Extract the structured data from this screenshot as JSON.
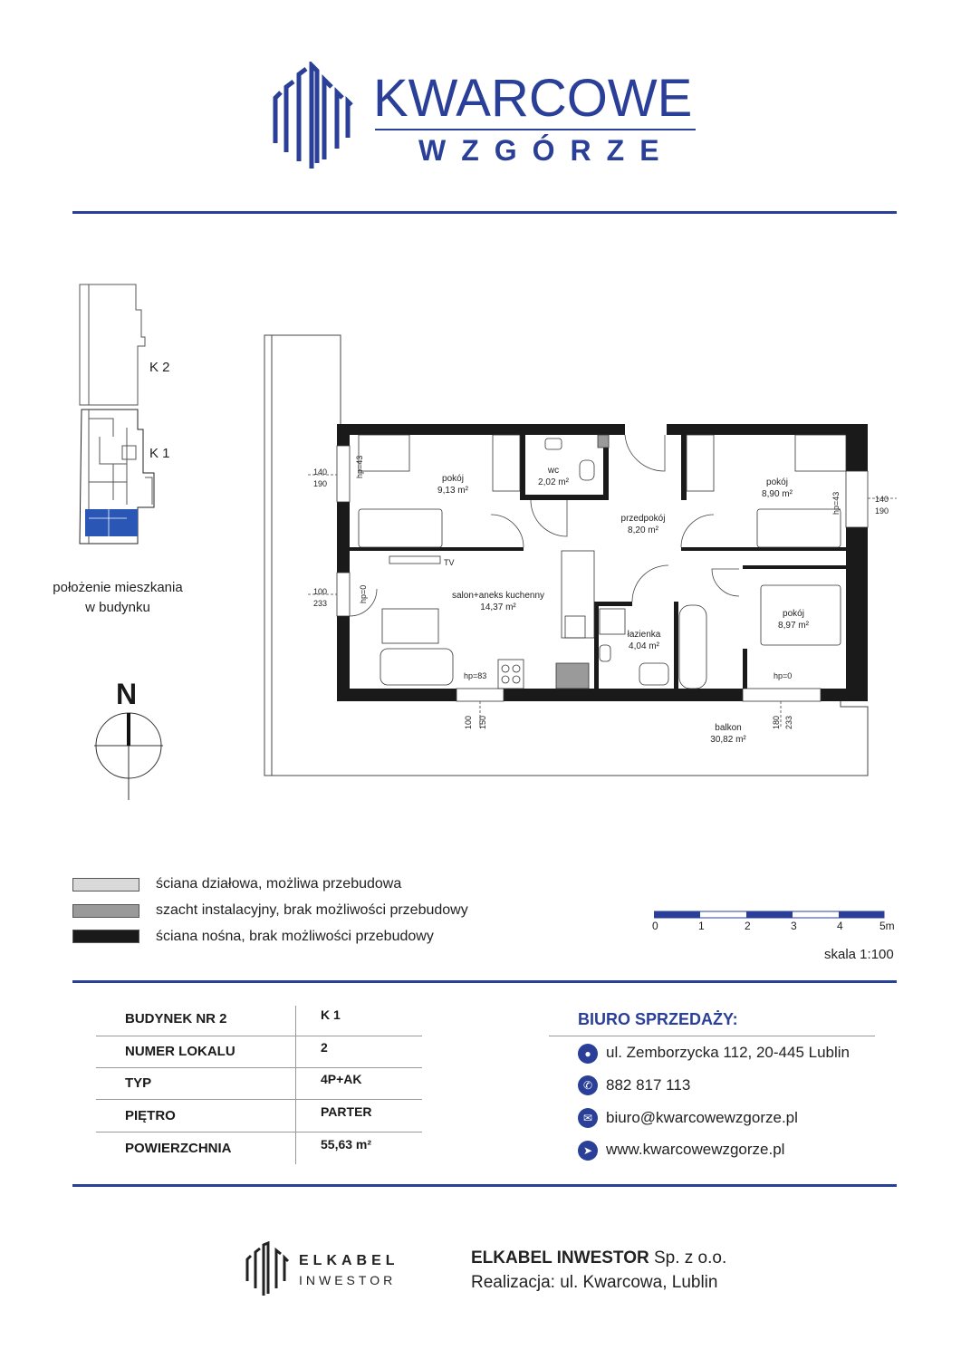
{
  "brand": {
    "title": "KWARCOWE",
    "subtitle": "WZGÓRZE",
    "color": "#2a3f97"
  },
  "location": {
    "labels": [
      "K 2",
      "K 1"
    ],
    "caption_line1": "położenie mieszkania",
    "caption_line2": "w budynku",
    "highlight_color": "#2a56b6"
  },
  "compass": {
    "label": "N"
  },
  "plan": {
    "rooms": [
      {
        "name": "pokój",
        "area": "9,13 m²"
      },
      {
        "name": "wc",
        "area": "2,02 m²"
      },
      {
        "name": "przedpokój",
        "area": "8,20 m²"
      },
      {
        "name": "pokój",
        "area": "8,90 m²"
      },
      {
        "name": "salon+aneks kuchenny",
        "area": "14,37 m²"
      },
      {
        "name": "łazienka",
        "area": "4,04 m²"
      },
      {
        "name": "pokój",
        "area": "8,97 m²"
      },
      {
        "name": "balkon",
        "area": "30,82 m²"
      }
    ],
    "tv_label": "TV",
    "windows": [
      {
        "top": "140",
        "bottom": "190",
        "hp": "hp=43"
      },
      {
        "top": "140",
        "bottom": "190",
        "hp": "hp=43"
      },
      {
        "top": "100",
        "bottom": "233",
        "hp": "hp=0"
      },
      {
        "top": "100",
        "bottom": "150",
        "hp": "hp=83"
      },
      {
        "top": "180",
        "bottom": "233",
        "hp": "hp=0"
      }
    ]
  },
  "legend": {
    "items": [
      {
        "label": "ściana działowa, możliwa przebudowa",
        "color": "#d9d9d9"
      },
      {
        "label": "szacht instalacyjny, brak możliwości przebudowy",
        "color": "#9a9a9a"
      },
      {
        "label": "ściana nośna, brak możliwości przebudowy",
        "color": "#1a1a1a"
      }
    ]
  },
  "scale": {
    "ticks": [
      "0",
      "1",
      "2",
      "3",
      "4",
      "5m"
    ],
    "label": "skala 1:100"
  },
  "info": {
    "rows": [
      {
        "key": "BUDYNEK  NR 2",
        "value": "K 1"
      },
      {
        "key": "NUMER LOKALU",
        "value": "2"
      },
      {
        "key": "TYP",
        "value": "4P+AK"
      },
      {
        "key": "PIĘTRO",
        "value": "PARTER"
      },
      {
        "key": "POWIERZCHNIA",
        "value": "55,63 m²"
      }
    ]
  },
  "sales": {
    "title": "BIURO SPRZEDAŻY:",
    "address": "ul. Zemborzycka 112, 20-445 Lublin",
    "phone": "882 817 113",
    "email": "biuro@kwarcowewzgorze.pl",
    "website": "www.kwarcowewzgorze.pl"
  },
  "footer": {
    "elkabel_name": "ELKABEL",
    "elkabel_sub": "INWESTOR",
    "company": "ELKABEL INWESTOR Sp. z o.o.",
    "address": "Realizacja: ul. Kwarcowa, Lublin"
  }
}
